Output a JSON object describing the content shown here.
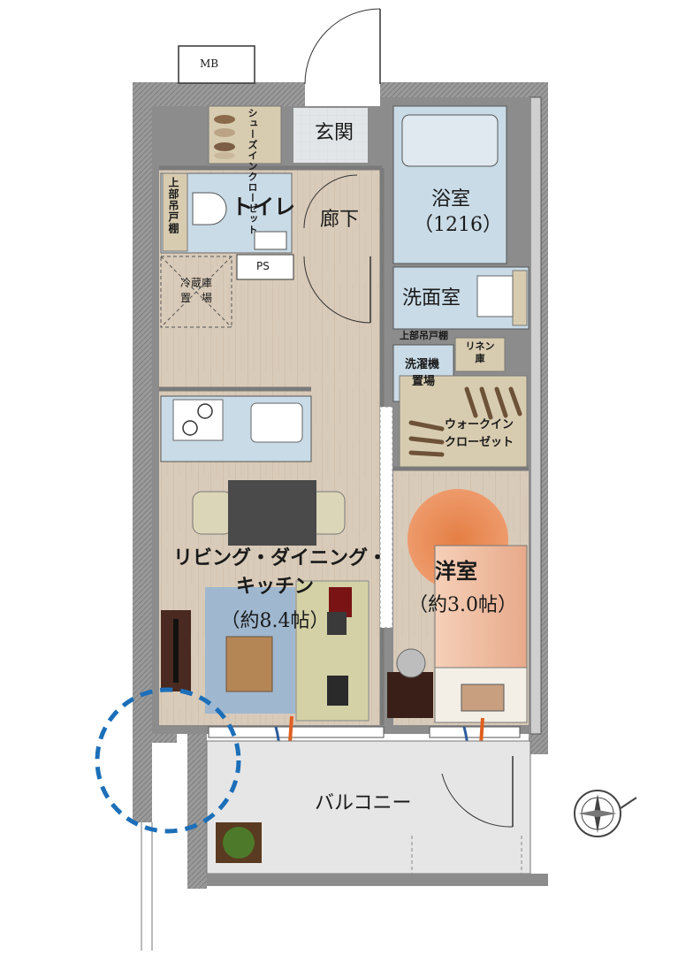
{
  "rooms": {
    "mb": "MB",
    "genkan": "玄関",
    "shoes_closet": "シューズインクローゼット",
    "toilet": "トイレ",
    "upper_cabinet_vertical": "上部吊戸棚",
    "rouka": "廊下",
    "ps": "PS",
    "fridge_line1": "冷蔵庫",
    "fridge_line2": "置　場",
    "bath_name": "浴室",
    "bath_size": "（1216）",
    "washroom": "洗面室",
    "upper_cabinet_horizontal": "上部吊戸棚",
    "linen_line1": "リネン",
    "linen_line2": "庫",
    "washer_line1": "洗濯機",
    "washer_line2": "置場",
    "wic_line1": "ウォークイン",
    "wic_line2": "クローゼット",
    "ldk_line1": "リビング・ダイニング・",
    "ldk_line2": "キッチン",
    "ldk_size": "（約8.4帖）",
    "western_name": "洋室",
    "western_size": "（約3.0帖）",
    "balcony": "バルコニー"
  },
  "colors": {
    "wall": "#8c8c8c",
    "wall_dark": "#6e6e6e",
    "floor_wood": "#d9cbb9",
    "wet_area": "#c9dbe6",
    "storage": "#d8ccb0",
    "balcony_floor": "#e6e6e6",
    "rug_blue": "#9fb8d0",
    "rug_orange": "#e8844a",
    "sofa": "#d4d1a6",
    "bed": "#f1c4ad",
    "dashed_circle": "#1c6fb8"
  }
}
